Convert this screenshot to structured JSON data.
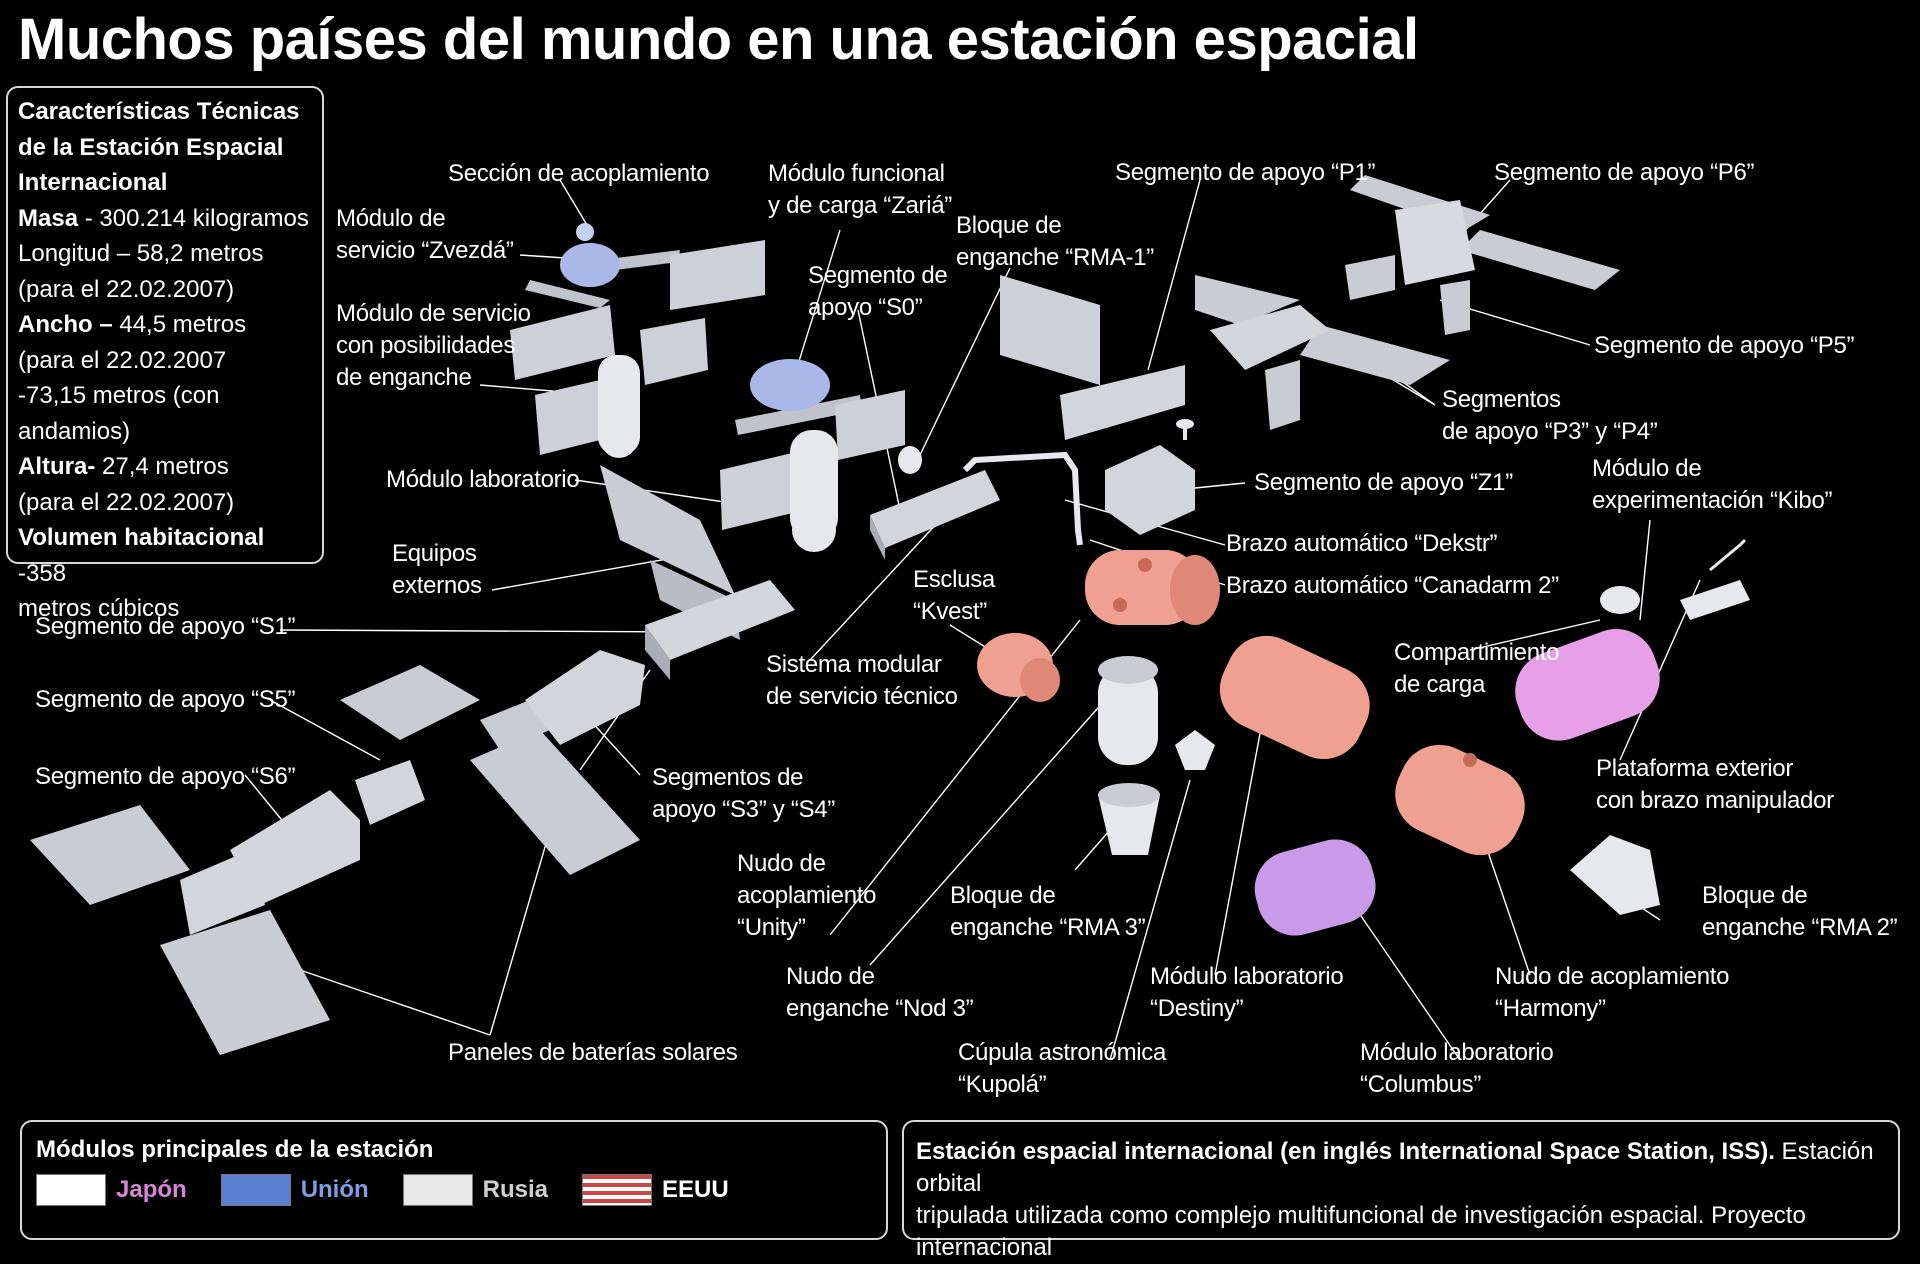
{
  "title": "Muchos países del mundo en una estación espacial",
  "specs": {
    "heading": "Características Técnicas de la Estación Espacial Internacional",
    "masa_label": "Masa",
    "masa_value": " - 300.214 kilogramos",
    "longitud": "Longitud – 58,2 metros",
    "longitud_date": "(para el 22.02.2007)",
    "ancho_label": "Ancho –",
    "ancho_value": " 44,5 metros",
    "ancho_date": "(para el 22.02.2007",
    "ancho_extra": "-73,15 metros (con andamios)",
    "altura_label": "Altura-",
    "altura_value": " 27,4 metros",
    "altura_date": "(para el 22.02.2007)",
    "volumen_label": "Volumen habitacional",
    "volumen_value": " -358",
    "volumen_unit": "metros cúbicos"
  },
  "labels": {
    "seccion_acoplamiento": "Sección de acoplamiento",
    "zvezda": "Módulo de\nservicio “Zvezdá”",
    "zaria": "Módulo funcional\ny de carga “Zariá”",
    "s0": "Segmento de\napoyo “S0”",
    "rma1": "Bloque de\nenganche “RMA-1”",
    "p1": "Segmento de apoyo “P1”",
    "p6": "Segmento de apoyo “P6”",
    "servicio_enganche": "Módulo de servicio\ncon posibilidades\nde enganche",
    "p5": "Segmento de apoyo “P5”",
    "p3p4": "Segmentos\nde apoyo “P3” y “P4”",
    "modulo_lab": "Módulo laboratorio",
    "z1": "Segmento de apoyo “Z1”",
    "kibo": "Módulo de\nexperimentación “Kibo”",
    "equipos": "Equipos\nexternos",
    "dekstr": "Brazo automático “Dekstr”",
    "canadarm": "Brazo automático “Canadarm 2”",
    "kvest": "Esclusa\n“Kvest”",
    "s1": "Segmento de apoyo “S1”",
    "sistema_modular": "Sistema modular\nde servicio técnico",
    "compartimiento": "Compartimiento\nde carga",
    "s5": "Segmento de apoyo “S5”",
    "s6": "Segmento de apoyo “S6”",
    "s3s4": "Segmentos de\napoyo “S3” y “S4”",
    "plataforma": "Plataforma exterior\ncon brazo manipulador",
    "unity": "Nudo de\nacoplamiento\n“Unity”",
    "rma3": "Bloque de\nenganche “RMA 3”",
    "rma2": "Bloque de\nenganche “RMA 2”",
    "nod3": "Nudo de\nenganche “Nod 3”",
    "destiny": "Módulo laboratorio\n“Destiny”",
    "harmony": "Nudo de acoplamiento\n“Harmony”",
    "paneles": "Paneles de baterías solares",
    "kupola": "Cúpula astronómica\n“Kupolá”",
    "columbus": "Módulo laboratorio\n“Columbus”"
  },
  "legend": {
    "heading": "Módulos principales de la estación",
    "items": [
      {
        "label": "Japón",
        "color": "#d884d8"
      },
      {
        "label": "Unión",
        "color": "#5a7fd0"
      },
      {
        "label": "Rusia",
        "color": "#e8e8e8"
      },
      {
        "label": "EEUU",
        "color": "#c44"
      }
    ]
  },
  "description": {
    "bold": "Estación espacial internacional (en inglés International Space Station, ISS).",
    "line1_rest": " Estación orbital",
    "line2": "tripulada utilizada como complejo multifuncional de investigación espacial. Proyecto internacional"
  },
  "colors": {
    "panel": "#c9ccd2",
    "panel_dark": "#9aa0a8",
    "module_white": "#e6e8ec",
    "module_blue": "#a9b8e8",
    "module_salmon": "#f0a090",
    "module_pink": "#e7a0e7",
    "module_purple": "#c89ae8"
  }
}
